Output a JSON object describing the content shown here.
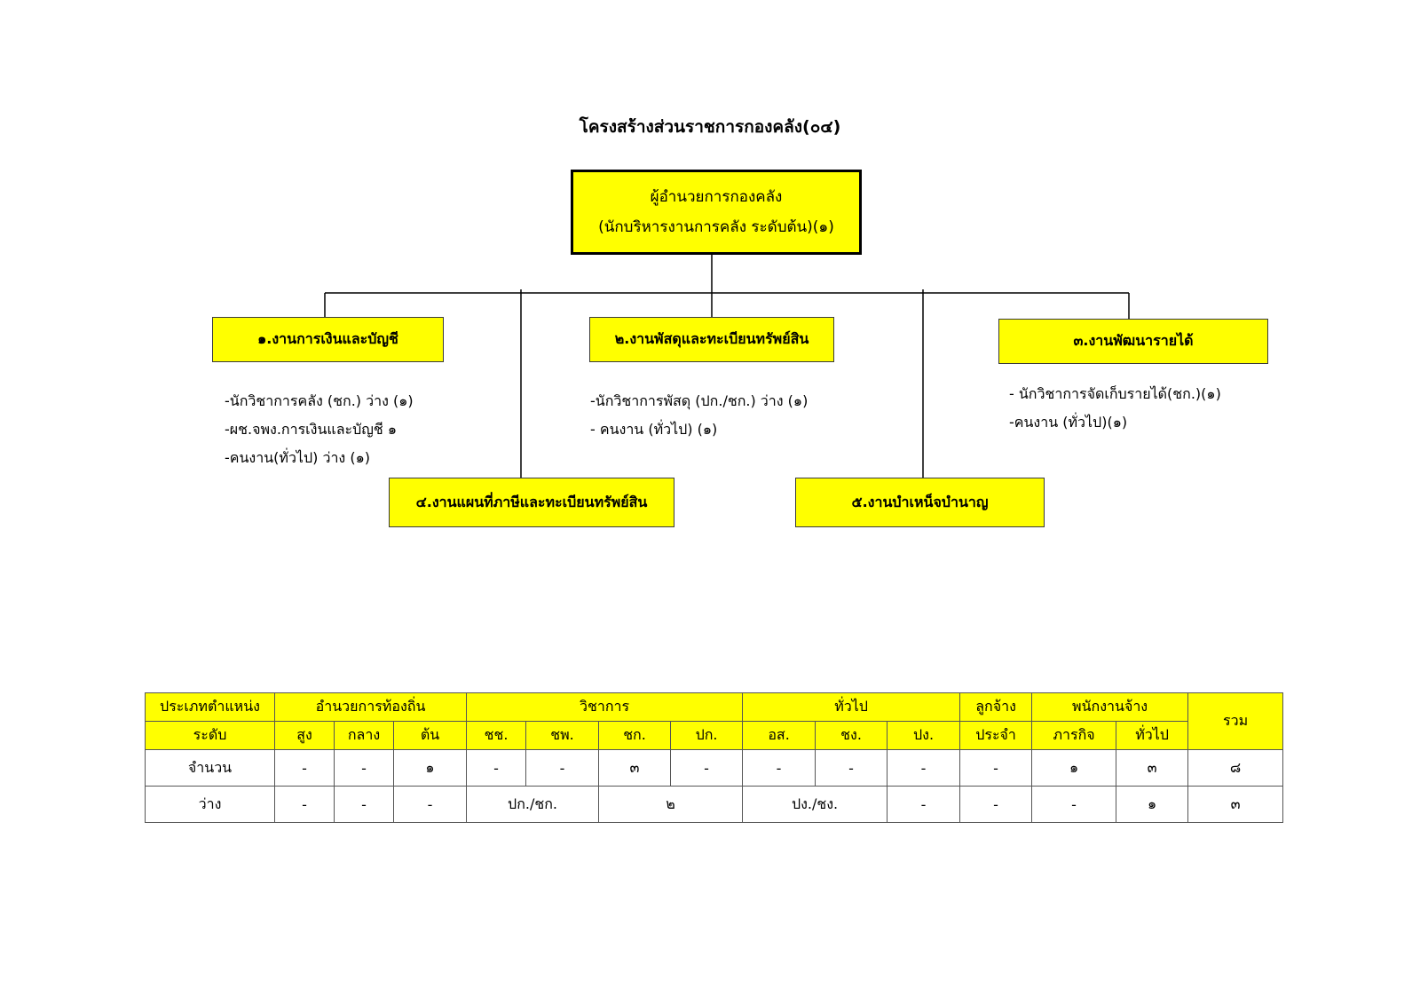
{
  "title": "โครงสร้างส่วนราชการกองคลัง(๐๔)",
  "head": {
    "line1": "ผู้อำนวยการกองคลัง",
    "line2": "(นักบริหารงานการคลัง ระดับต้น)(๑)"
  },
  "units": [
    {
      "name": "๑.งานการเงินและบัญชี",
      "staff": [
        "-นักวิชาการคลัง (ชก.) ว่าง (๑)",
        "-ผช.จพง.การเงินและบัญชี ๑",
        "-คนงาน(ทั่วไป) ว่าง (๑)"
      ]
    },
    {
      "name": "๒.งานพัสดุและทะเบียนทรัพย์สิน",
      "staff": [
        "-นักวิชาการพัสดุ (ปก./ชก.) ว่าง (๑)",
        "- คนงาน (ทั่วไป) (๑)"
      ]
    },
    {
      "name": "๓.งานพัฒนารายได้",
      "staff": [
        "- นักวิชาการจัดเก็บรายได้(ชก.)(๑)",
        "-คนงาน (ทั่วไป)(๑)"
      ]
    },
    {
      "name": "๔.งานแผนที่ภาษีและทะเบียนทรัพย์สิน",
      "staff": []
    },
    {
      "name": "๕.งานบำเหน็จบำนาญ",
      "staff": []
    }
  ],
  "table": {
    "header1": [
      "ประเภทตำแหน่ง",
      "อำนวยการท้องถิ่น",
      "วิชาการ",
      "ทั่วไป",
      "ลูกจ้าง",
      "พนักงานจ้าง",
      "รวม"
    ],
    "header2": [
      "ระดับ",
      "สูง",
      "กลาง",
      "ต้น",
      "ชช.",
      "ชพ.",
      "ชก.",
      "ปก.",
      "อส.",
      "ชง.",
      "ปง.",
      "ประจำ",
      "ภารกิจ",
      "ทั่วไป"
    ],
    "row_count": [
      "จำนวน",
      "-",
      "-",
      "๑",
      "-",
      "-",
      "๓",
      "-",
      "-",
      "-",
      "-",
      "-",
      "๑",
      "๓",
      "๘"
    ],
    "row_vacant": [
      "ว่าง",
      "-",
      "-",
      "-",
      "ปก./ชก.",
      "๒",
      "ปง./ชง.",
      "-",
      "-",
      "-",
      "๑",
      "๓"
    ]
  },
  "colors": {
    "box_fill": "#ffff00",
    "line": "#000000"
  }
}
